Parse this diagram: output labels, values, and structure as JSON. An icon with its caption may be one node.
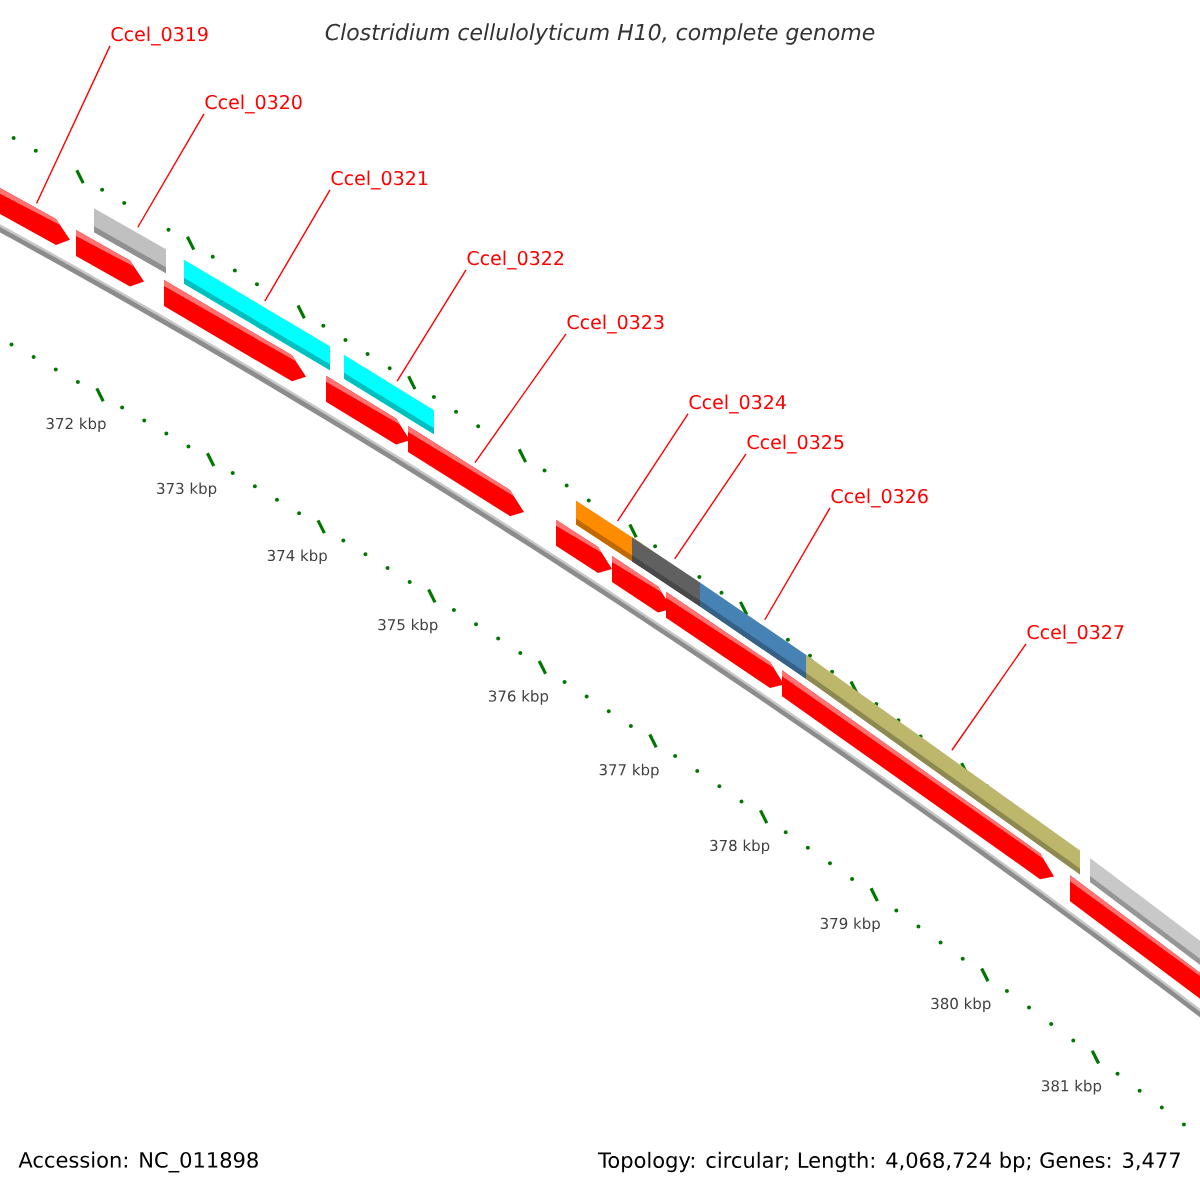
{
  "diagram": {
    "title": "Clostridium cellulolyticum H10, complete genome",
    "nodes": [
      {
        "text": [
          "Ccel_0319"
        ]
      },
      {
        "text": [
          "Ccel_0320"
        ]
      },
      {
        "text": [
          "Ccel_0321"
        ]
      },
      {
        "text": [
          "Ccel_0322"
        ]
      },
      {
        "text": [
          "Ccel_0323"
        ]
      },
      {
        "text": [
          "Ccel_0324"
        ]
      },
      {
        "text": [
          "Ccel_0325"
        ]
      },
      {
        "text": [
          "Ccel_0326"
        ]
      },
      {
        "text": [
          "Ccel_0327"
        ]
      },
      {
        "text": [],
        "shape": "pentagon"
      },
      {
        "text": [],
        "shape": "pentagon"
      },
      {
        "text": [],
        "shape": "bar"
      },
      {
        "text": [],
        "shape": "pentagon"
      },
      {
        "text": [],
        "shape": "bar"
      },
      {
        "text": [],
        "shape": "pentagon"
      },
      {
        "text": [],
        "shape": "bar"
      },
      {
        "text": [],
        "shape": "pentagon"
      },
      {
        "text": [],
        "shape": "pentagon"
      },
      {
        "text": [],
        "shape": "bar"
      },
      {
        "text": [],
        "shape": "pentagon"
      },
      {
        "text": [],
        "shape": "bar"
      },
      {
        "text": [],
        "shape": "pentagon"
      },
      {
        "text": [],
        "shape": "bar"
      },
      {
        "text": [],
        "shape": "pentagon"
      },
      {
        "text": [],
        "shape": "bar"
      },
      {
        "text": [],
        "shape": "pentagon"
      },
      {
        "text": [],
        "shape": "bar"
      }
    ],
    "edges": [
      {
        "from": 0,
        "to": 9,
        "arrow": "none"
      },
      {
        "from": 1,
        "to": 11,
        "arrow": "none"
      },
      {
        "from": 2,
        "to": 13,
        "arrow": "none"
      },
      {
        "from": 3,
        "to": 15,
        "arrow": "none"
      },
      {
        "from": 4,
        "to": 16,
        "arrow": "none"
      },
      {
        "from": 5,
        "to": 18,
        "arrow": "none"
      },
      {
        "from": 6,
        "to": 20,
        "arrow": "none"
      },
      {
        "from": 7,
        "to": 22,
        "arrow": "none"
      },
      {
        "from": 8,
        "to": 24,
        "arrow": "none"
      }
    ],
    "labels": [
      "372 kbp",
      "373 kbp",
      "374 kbp",
      "375 kbp",
      "376 kbp",
      "377 kbp",
      "378 kbp",
      "379 kbp",
      "380 kbp",
      "381 kbp",
      "Accession: NC_011898",
      "Topology: circular; Length: 4,068,724 bp; Genes: 3,477"
    ]
  }
}
